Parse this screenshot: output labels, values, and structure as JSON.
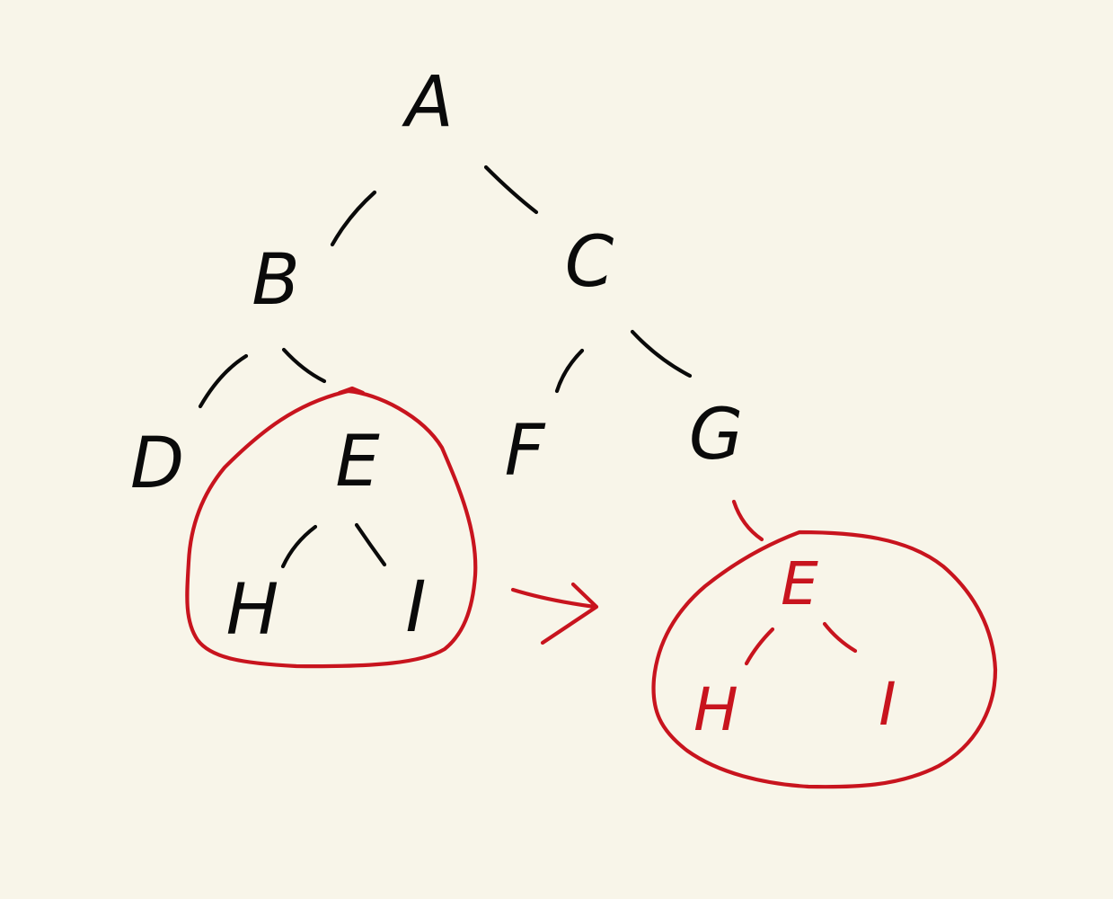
{
  "colors": {
    "background": "#f8f5e9",
    "ink": "#0a0a0a",
    "highlight": "#c8141e"
  },
  "tree": {
    "root": "A",
    "level1": {
      "left": "B",
      "right": "C"
    },
    "level2": {
      "b_left": "D",
      "b_right": "E",
      "c_left": "F",
      "c_right": "G"
    },
    "level3": {
      "e_left": "H",
      "e_right": "I"
    }
  },
  "moved_subtree": {
    "root": "E",
    "left": "H",
    "right": "I"
  }
}
